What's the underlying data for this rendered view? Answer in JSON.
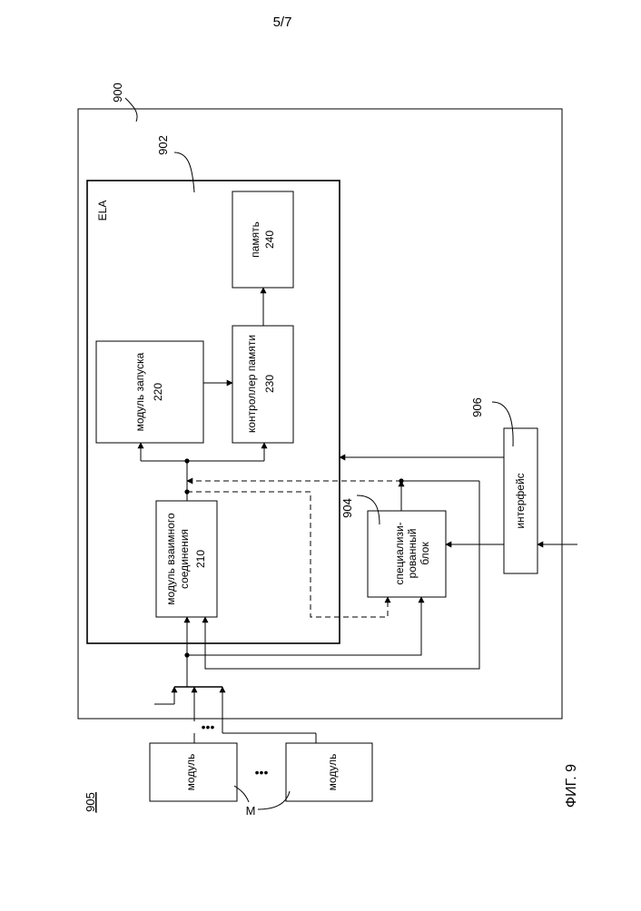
{
  "page": {
    "number": "5/7"
  },
  "figure": {
    "caption": "ФИГ. 9"
  },
  "refs": {
    "system": "900",
    "ela_block": "902",
    "special": "904",
    "modules_group": "905",
    "interface": "906",
    "modules_count": "M"
  },
  "ela": {
    "label": "ELA",
    "interconnect": {
      "line1": "модуль взаимного",
      "line2": "соединения",
      "line3": "210"
    },
    "launch": {
      "line1": "модуль запуска",
      "line2": "220"
    },
    "memctl": {
      "line1": "контроллер памяти",
      "line2": "230"
    },
    "memory": {
      "line1": "память",
      "line2": "240"
    }
  },
  "special_block": {
    "line1": "специализи-",
    "line2": "рованный",
    "line3": "блок"
  },
  "interface_block": {
    "label": "интерфейс"
  },
  "modules": {
    "first": "модуль",
    "last": "модуль",
    "dots": "•••"
  }
}
